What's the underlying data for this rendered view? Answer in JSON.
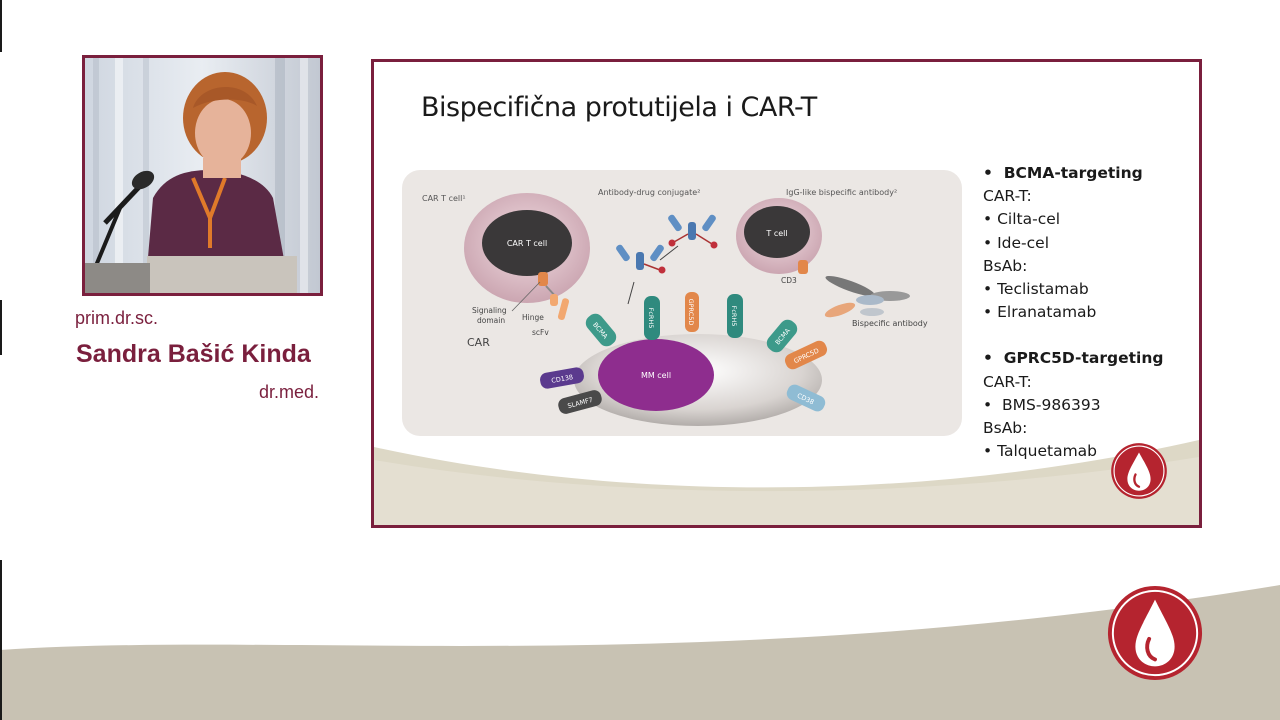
{
  "speaker": {
    "prefix": "prim.dr.sc.",
    "name": "Sandra Bašić Kinda",
    "suffix": "dr.med."
  },
  "slide": {
    "title": "Bispecifična protutijela i CAR-T",
    "diagram": {
      "car_t_cell_label": "CAR T cell¹",
      "car_t_cell_inner": "CAR T cell",
      "adc_label": "Antibody-drug conjugate²",
      "igg_label": "IgG-like bispecific antibody²",
      "t_cell_inner": "T cell",
      "cd3": "CD3",
      "signaling_domain_1": "Signaling",
      "signaling_domain_2": "domain",
      "hinge": "Hinge",
      "scfv": "scFv",
      "car": "CAR",
      "bispecific_antibody": "Bispecific antibody",
      "mm_cell": "MM cell",
      "receptors": {
        "bcma_left": "BCMA",
        "fcrh5_left": "FcRH5",
        "gprc5d_top": "GPRC5D",
        "fcrh5_right": "FcRH5",
        "bcma_right": "BCMA",
        "gprc5d_right": "GPRC5D",
        "cd38_right": "CD38",
        "cd138": "CD138",
        "slamf7": "SLAMF7"
      }
    },
    "bullets": {
      "bcma_head": "BCMA-targeting",
      "bcma_cart": "CAR-T:",
      "bcma_cart_1": "Cilta-cel",
      "bcma_cart_2": "Ide-cel",
      "bcma_bsab": "BsAb:",
      "bcma_bsab_1": "Teclistamab",
      "bcma_bsab_2": "Elranatamab",
      "gprc_head": "GPRC5D-targeting",
      "gprc_cart": "CAR-T:",
      "gprc_cart_1": "BMS-986393",
      "gprc_bsab": "BsAb:",
      "gprc_bsab_1": "Talquetamab"
    },
    "bullet_mark": "•"
  },
  "colors": {
    "brand": "#7a1f3d",
    "logo_red": "#b5242f",
    "wave": "#c8c2b3",
    "diagram_bg": "#ebe7e4"
  },
  "icons": {
    "logo": "blood-drop-icon"
  }
}
